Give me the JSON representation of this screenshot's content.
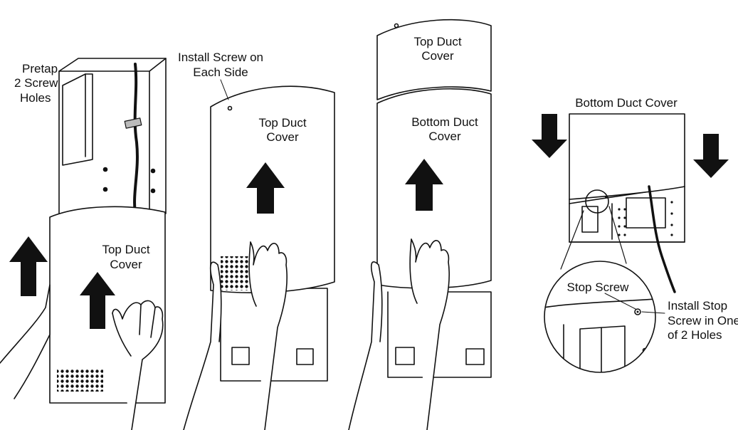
{
  "colors": {
    "ink": "#111111",
    "paper": "#ffffff"
  },
  "panel1": {
    "pretap_line1": "Pretap",
    "pretap_line2": "2 Screw",
    "pretap_line3": "Holes",
    "cover_line1": "Top Duct",
    "cover_line2": "Cover"
  },
  "panel2": {
    "install_line1": "Install Screw on",
    "install_line2": "Each Side",
    "cover_line1": "Top Duct",
    "cover_line2": "Cover"
  },
  "panel3": {
    "top_line1": "Top Duct",
    "top_line2": "Cover",
    "bottom_line1": "Bottom Duct",
    "bottom_line2": "Cover"
  },
  "panel4": {
    "bottom_cover": "Bottom Duct Cover",
    "stop_screw": "Stop Screw",
    "install_stop_line1": "Install Stop",
    "install_stop_line2": "Screw in One",
    "install_stop_line3": "of 2 Holes"
  },
  "icons": [
    "arrow-up-icon",
    "arrow-down-icon",
    "screw-icon",
    "magnifier-circle-icon"
  ]
}
